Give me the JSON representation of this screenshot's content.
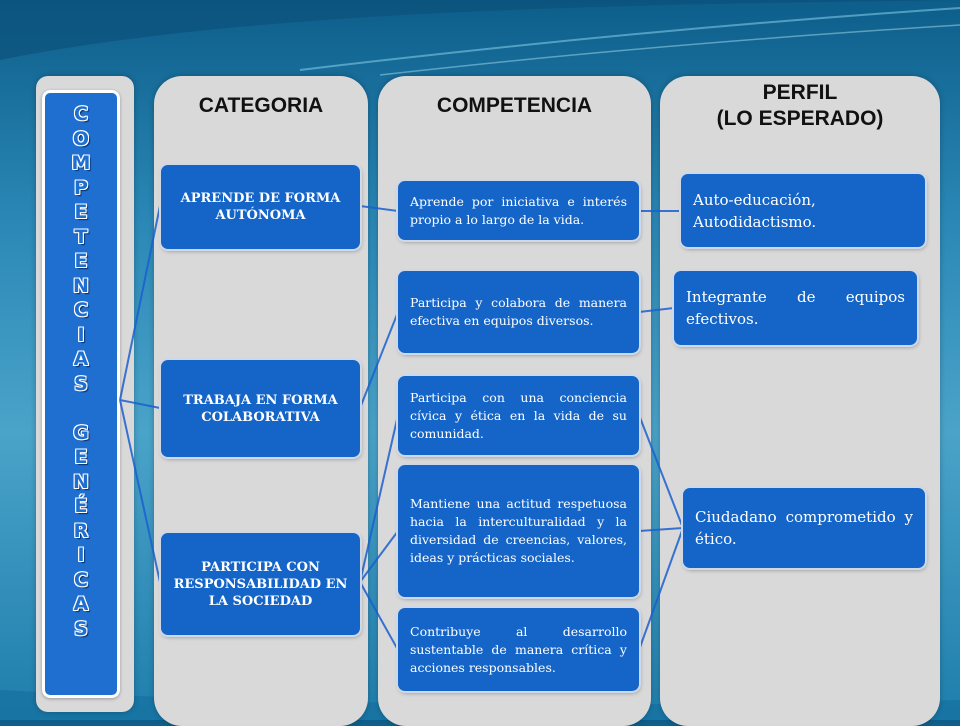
{
  "vertical_title": "COMPETENCIAS\nGENÉRICAS",
  "headers": {
    "categoria": "CATEGORIA",
    "competencia": "COMPETENCIA",
    "perfil_line1": "PERFIL",
    "perfil_line2": "(LO ESPERADO)"
  },
  "categorias": [
    "APRENDE DE FORMA AUTÓNOMA",
    "TRABAJA EN FORMA COLABORATIVA",
    "PARTICIPA CON RESPONSABILIDAD EN LA SOCIEDAD"
  ],
  "competencias": [
    "Aprende por iniciativa e interés propio a lo largo de la vida.",
    "Participa y colabora de manera efectiva en equipos diversos.",
    "Participa con una conciencia cívica y ética en la vida de su comunidad.",
    "Mantiene una actitud respetuosa hacia la interculturalidad y la diversidad de creencias, valores, ideas y prácticas sociales.",
    "Contribuye al desarrollo sustentable de manera crítica y acciones responsables."
  ],
  "perfiles": [
    "Auto-educación, Autodidactismo.",
    "Integrante de equipos efectivos.",
    "Ciudadano comprometido y ético."
  ],
  "colors": {
    "box": "#1565c8",
    "column_bg": "#d9d9d9",
    "connector": "#1a5fd0"
  }
}
